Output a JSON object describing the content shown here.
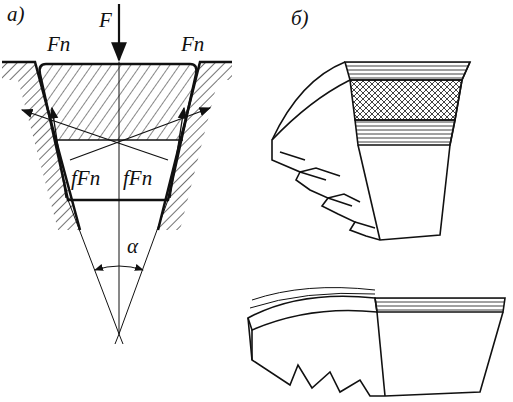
{
  "diagram": {
    "labels": [
      "а)",
      "Fп",
      "F",
      "Fп",
      "fFп",
      "fFп",
      "α",
      "б)"
    ]
  }
}
